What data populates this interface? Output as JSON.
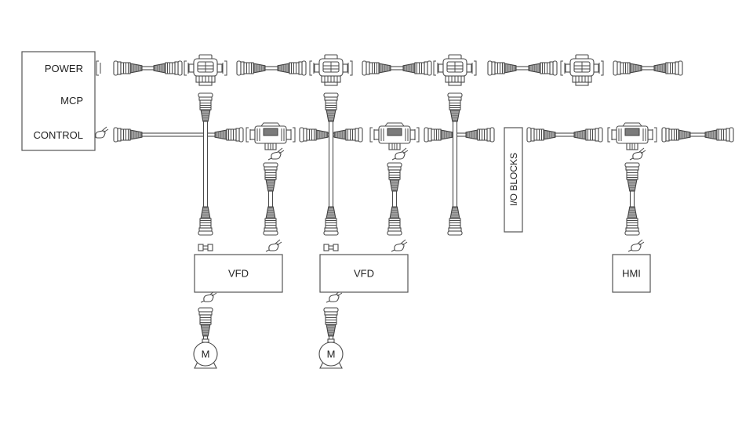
{
  "mcp_panel": {
    "power_label": "POWER",
    "mcp_label": "MCP",
    "control_label": "CONTROL"
  },
  "devices": {
    "vfd_1_label": "VFD",
    "vfd_2_label": "VFD",
    "hmi_label": "HMI",
    "io_blocks_label": "I/O BLOCKS"
  },
  "motors": {
    "motor_1_label": "M",
    "motor_2_label": "M"
  },
  "colors": {
    "line": "#4a4a4a",
    "accent_dark": "#7b7b7b",
    "background": "#ffffff"
  }
}
